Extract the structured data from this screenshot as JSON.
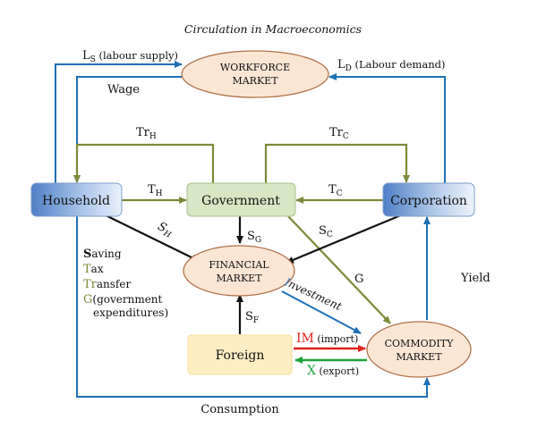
{
  "title": "Circulation in Macroeconomics",
  "colors": {
    "blue": "#1f6fb5",
    "olive": "#7b8a3a",
    "black": "#111111",
    "red": "#e0201b",
    "green": "#1ea23a",
    "ellipse_fill": "#fbe6d4",
    "ellipse_stroke": "#b0724a",
    "government_fill": "#d7e6c4",
    "foreign_fill": "#fdedc3"
  },
  "nodes": {
    "workforce_line1": "WORKFORCE",
    "workforce_line2": "MARKET",
    "household": "Household",
    "government": "Government",
    "corporation": "Corporation",
    "financial_line1": "FINANCIAL",
    "financial_line2": "MARKET",
    "commodity_line1": "COMMODITY",
    "commodity_line2": "MARKET",
    "foreign": "Foreign"
  },
  "labels": {
    "ls_main": "L",
    "ls_sub": "S",
    "ls_desc": " (labour supply)",
    "ld_main": "L",
    "ld_sub": "D",
    "ld_desc": " (Labour demand)",
    "wage": "Wage",
    "trh_main": "Tr",
    "trh_sub": "H",
    "trc_main": "Tr",
    "trc_sub": "C",
    "th_main": "T",
    "th_sub": "H",
    "tc_main": "T",
    "tc_sub": "C",
    "sh_main": "S",
    "sh_sub": "H",
    "sg_main": "S",
    "sg_sub": "G",
    "sc_main": "S",
    "sc_sub": "C",
    "sf_main": "S",
    "sf_sub": "F",
    "g": "G",
    "yield": "Yield",
    "investment_first": "I",
    "investment_rest": "nvestment",
    "im_main": "IM",
    "im_desc": " (import)",
    "x_main": "X",
    "x_desc": " (export)",
    "consumption": "Consumption"
  },
  "legend": {
    "saving_key": "S",
    "saving_rest": "aving",
    "tax_key": "T",
    "tax_rest": "ax",
    "transfer_key": "Tr",
    "transfer_rest": "ansfer",
    "g_key": "G",
    "g_rest": "(government",
    "g_rest2": "expenditures)"
  }
}
